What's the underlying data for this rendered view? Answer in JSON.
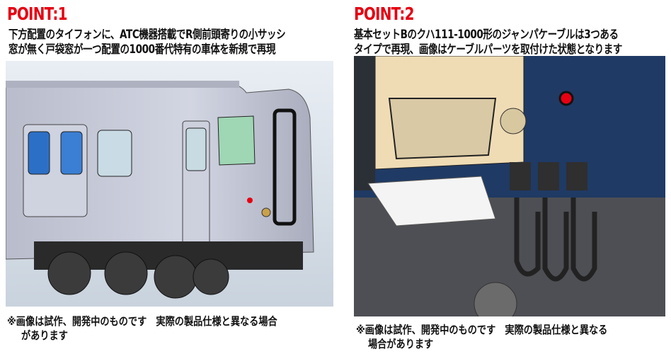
{
  "point1": {
    "title": "POINT:1",
    "lines": [
      "下方配置のタイフォンに、ATC機器搭載でR側前頭寄りの小サッシ",
      "窓が無く戸袋窓が一つ配置の1000番代特有の車体を新規で再現"
    ],
    "note": [
      "※画像は試作、開発中のものです　実際の製品仕様と異なる場合",
      "があります"
    ]
  },
  "point2": {
    "title": "POINT:2",
    "lines": [
      "基本セットBのクハ111-1000形のジャンパケーブルは3つある",
      "タイプで再現、画像はケーブルパーツを取付けた状態となります"
    ],
    "note": [
      "※画像は試作、開発中のものです　実際の製品仕様と異なる",
      "場合があります"
    ]
  },
  "colors": {
    "accent": "#e60012",
    "body_blue": "#1f3a64",
    "body_cream": "#efdcb5",
    "body_gray": "#c8cbd8"
  }
}
